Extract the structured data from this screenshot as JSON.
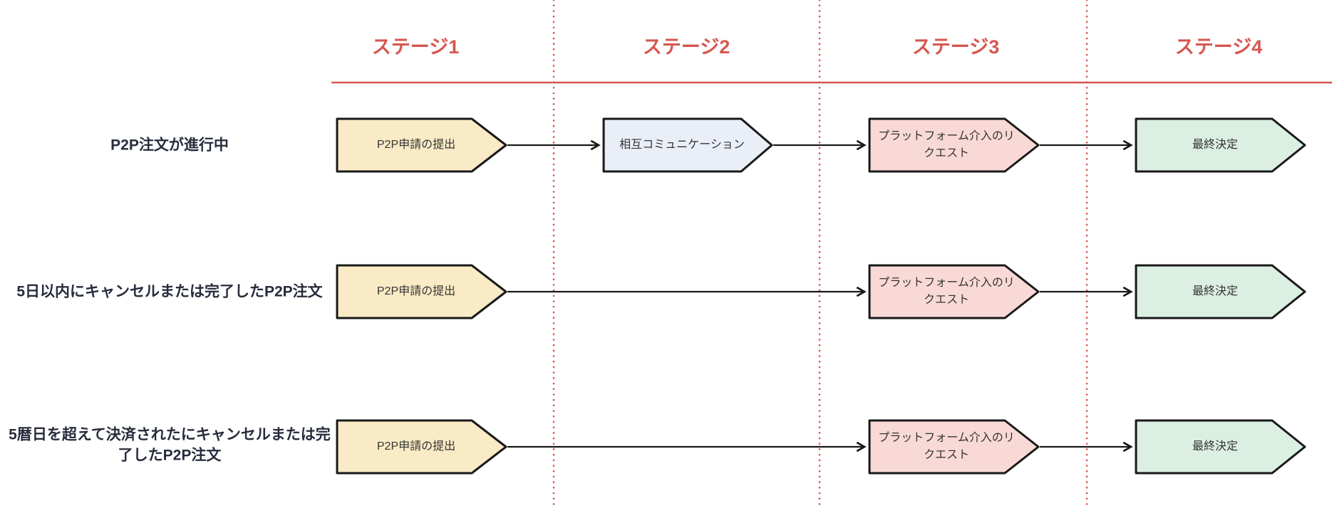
{
  "stage_headers": [
    "ステージ1",
    "ステージ2",
    "ステージ3",
    "ステージ4"
  ],
  "rows": [
    {
      "label": "P2P注文が進行中",
      "steps": [
        {
          "text": "P2P申請の提出"
        },
        {
          "text": "相互コミュニケーション"
        },
        {
          "text": "プラットフォーム介入のリクエスト"
        },
        {
          "text": "最終決定"
        }
      ]
    },
    {
      "label": "5日以内にキャンセルまたは完了したP2P注文",
      "steps": [
        {
          "text": "P2P申請の提出"
        },
        {
          "text": "プラットフォーム介入のリクエスト"
        },
        {
          "text": "最終決定"
        }
      ]
    },
    {
      "label": "5暦日を超えて決済されたにキャンセルまたは完了したP2P注文",
      "steps": [
        {
          "text": "P2P申請の提出"
        },
        {
          "text": "プラットフォーム介入のリクエスト"
        },
        {
          "text": "最終決定"
        }
      ]
    }
  ],
  "colors": {
    "stage_red": "#d5574f",
    "step_yellow": "#f9ebc5",
    "step_blue": "#e9eef7",
    "step_pink": "#f9d9d6",
    "step_green": "#dbefe2",
    "line_dark": "#191919"
  }
}
